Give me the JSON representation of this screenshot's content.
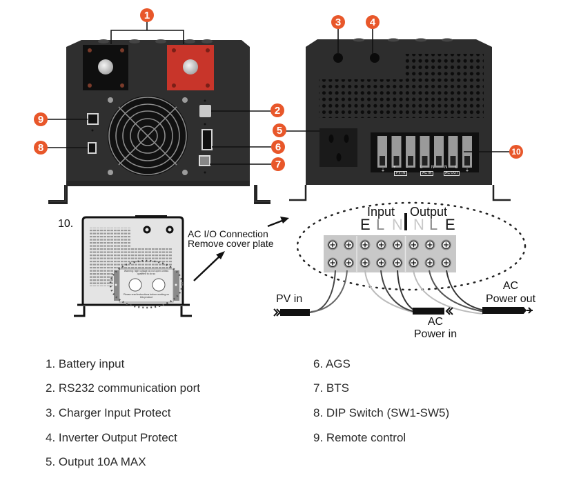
{
  "callouts": {
    "color": "#E8572A",
    "items": [
      {
        "num": "1",
        "target": "battery-input"
      },
      {
        "num": "2",
        "target": "rs232-port"
      },
      {
        "num": "3",
        "target": "charger-input-protect"
      },
      {
        "num": "4",
        "target": "inverter-output-protect"
      },
      {
        "num": "5",
        "target": "output-socket"
      },
      {
        "num": "6",
        "target": "ags-port"
      },
      {
        "num": "7",
        "target": "bts-port"
      },
      {
        "num": "8",
        "target": "dip-switch"
      },
      {
        "num": "9",
        "target": "remote-control-port"
      },
      {
        "num": "10",
        "target": "terminal-block"
      }
    ]
  },
  "front_panel": {
    "terminal_labels": {
      "pv_in": "PV IN",
      "ac_in": "AC IN",
      "ac_out": "AC OUT",
      "plus": "+",
      "minus": "-",
      "l": "L",
      "n": "N"
    }
  },
  "detail": {
    "number_label": "10.",
    "cover_caption_line1": "AC  I/O Connection",
    "cover_caption_line2": "Remove cover plate",
    "warning_top": "Warning: high voltage do not open unless qualified to do so",
    "warning_bottom": "Please read instructions before working on this product",
    "input_label": "Input",
    "output_label": "Output",
    "terminal_letters": [
      "E",
      "L",
      "N",
      "N",
      "L",
      "E"
    ],
    "pv_in": "PV in",
    "ac_in_line1": "AC",
    "ac_in_line2": "Power in",
    "ac_out_line1": "AC",
    "ac_out_line2": "Power out"
  },
  "legend": {
    "left": [
      "1. Battery input",
      "2. RS232 communication port",
      "3. Charger Input Protect",
      "4. Inverter Output Protect",
      "5. Output 10A MAX"
    ],
    "right": [
      "6. AGS",
      "7. BTS",
      "8. DIP Switch (SW1-SW5)",
      "9. Remote control"
    ]
  }
}
